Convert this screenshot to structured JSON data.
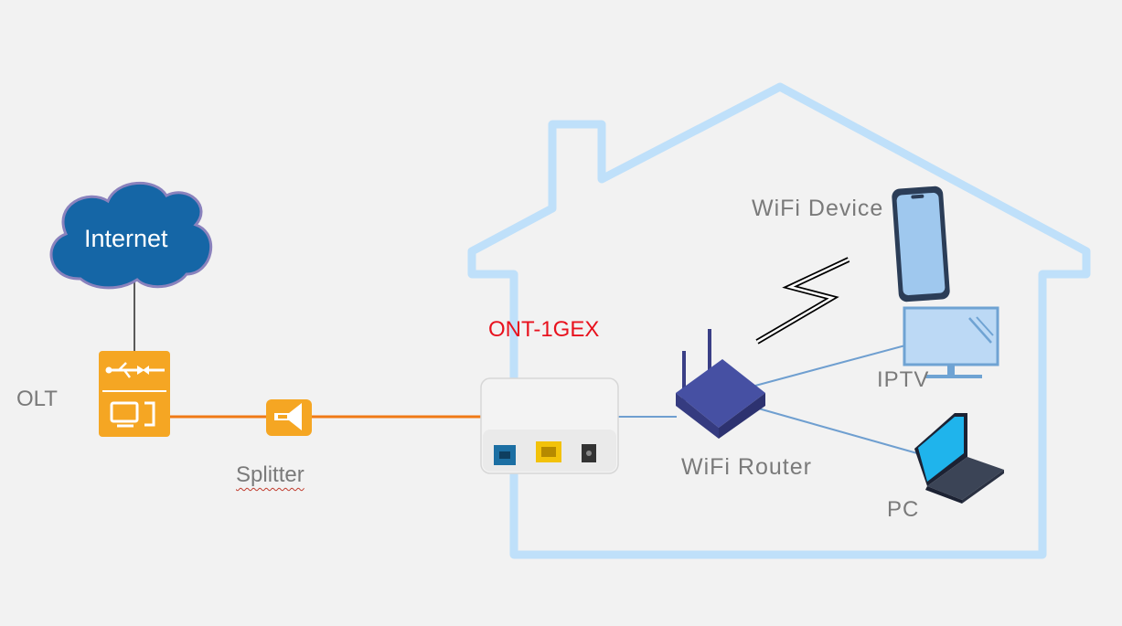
{
  "labels": {
    "internet": "Internet",
    "olt": "OLT",
    "splitter": "Splitter",
    "ont": "ONT-1GEX",
    "wifi_router": "WiFi Router",
    "wifi_device": "WiFi Device",
    "iptv": "IPTV",
    "pc": "PC"
  },
  "colors": {
    "background": "#f2f2f2",
    "house_outline": "#bfe0fa",
    "cloud": "#1566a6",
    "olt": "#f5a623",
    "fiber_line": "#f07a16",
    "ont_label": "#e8121e",
    "router": "#4650a3",
    "link_line": "#6f9fd0",
    "label_text": "#7a7a7a"
  },
  "icons": {
    "cloud": "cloud-icon",
    "olt": "olt-icon",
    "splitter": "splitter-icon",
    "ont": "ont-device-icon",
    "router": "router-icon",
    "phone": "smartphone-icon",
    "monitor": "monitor-icon",
    "laptop": "laptop-icon",
    "wireless": "lightning-bolt-icon"
  }
}
